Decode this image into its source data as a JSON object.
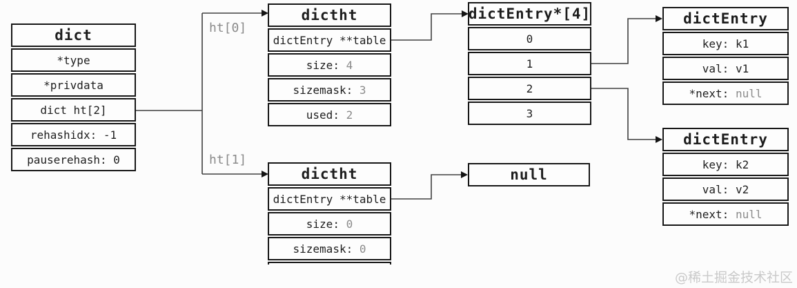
{
  "page": {
    "background": "#fcfcfc",
    "text_color": "#1d1d1d",
    "muted_color": "#8a8a8a",
    "border_color": "#161616"
  },
  "watermark": "@稀土掘金技术社区",
  "pointer_labels": {
    "ht0": "ht[0]",
    "ht1": "ht[1]"
  },
  "boxes": {
    "dict": {
      "title": "dict",
      "rows": [
        {
          "text": "*type",
          "muted": ""
        },
        {
          "text": "*privdata",
          "muted": ""
        },
        {
          "text": "dict ht[2]",
          "muted": ""
        },
        {
          "text": "rehashidx: -1",
          "muted": ""
        },
        {
          "text": "pauserehash: 0",
          "muted": ""
        }
      ]
    },
    "dictht0": {
      "title": "dictht",
      "rows": [
        {
          "text": "dictEntry **table",
          "muted": ""
        },
        {
          "text": "size: ",
          "muted": "4"
        },
        {
          "text": "sizemask: ",
          "muted": "3"
        },
        {
          "text": "used: ",
          "muted": "2"
        }
      ]
    },
    "dictht1": {
      "title": "dictht",
      "rows": [
        {
          "text": "dictEntry **table",
          "muted": ""
        },
        {
          "text": "size: ",
          "muted": "0"
        },
        {
          "text": "sizemask: ",
          "muted": "0"
        },
        {
          "text": "",
          "muted": ""
        }
      ]
    },
    "bucket_array": {
      "title": "dictEntry*[4]",
      "rows": [
        {
          "text": "0",
          "muted": ""
        },
        {
          "text": "1",
          "muted": ""
        },
        {
          "text": "2",
          "muted": ""
        },
        {
          "text": "3",
          "muted": ""
        }
      ]
    },
    "entry_k1": {
      "title": "dictEntry",
      "rows": [
        {
          "text": "key: k1",
          "muted": ""
        },
        {
          "text": "val: v1",
          "muted": ""
        },
        {
          "text": "*next: ",
          "muted": "null"
        }
      ]
    },
    "entry_k2": {
      "title": "dictEntry",
      "rows": [
        {
          "text": "key: k2",
          "muted": ""
        },
        {
          "text": "val: v2",
          "muted": ""
        },
        {
          "text": "*next: ",
          "muted": "null"
        }
      ]
    },
    "null_box": {
      "title": "null"
    }
  }
}
